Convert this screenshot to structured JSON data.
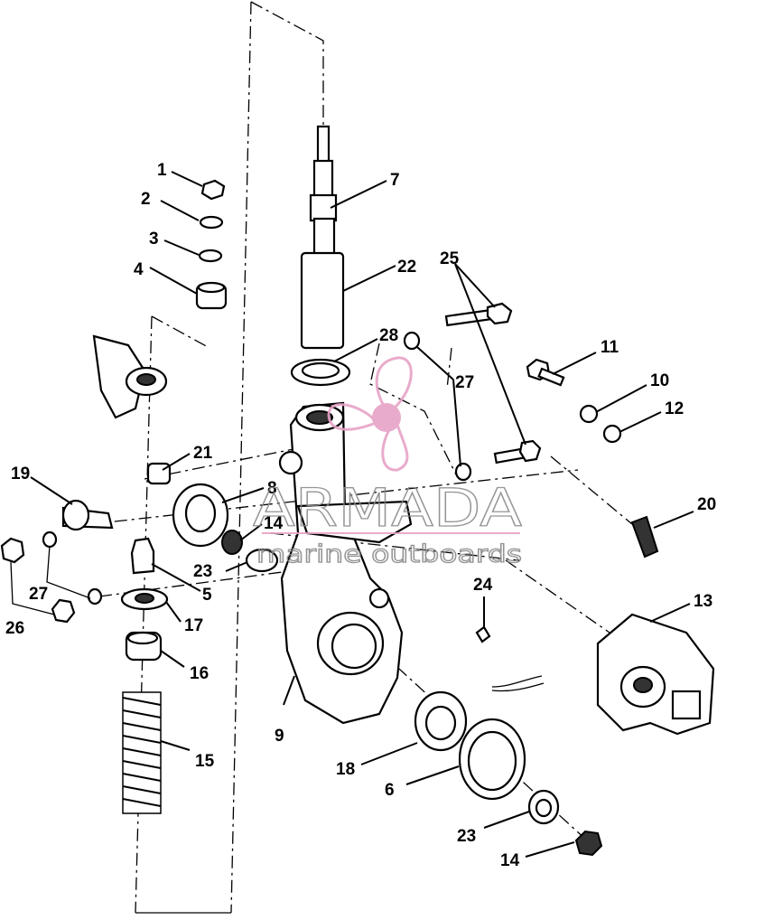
{
  "callouts": [
    {
      "id": "c1",
      "label": "1"
    },
    {
      "id": "c2",
      "label": "2"
    },
    {
      "id": "c3",
      "label": "3"
    },
    {
      "id": "c4",
      "label": "4"
    },
    {
      "id": "c7",
      "label": "7"
    },
    {
      "id": "c22",
      "label": "22"
    },
    {
      "id": "c25",
      "label": "25"
    },
    {
      "id": "c28",
      "label": "28"
    },
    {
      "id": "c27a",
      "label": "27"
    },
    {
      "id": "c11",
      "label": "11"
    },
    {
      "id": "c10",
      "label": "10"
    },
    {
      "id": "c12",
      "label": "12"
    },
    {
      "id": "c21",
      "label": "21"
    },
    {
      "id": "c19",
      "label": "19"
    },
    {
      "id": "c8",
      "label": "8"
    },
    {
      "id": "c14a",
      "label": "14"
    },
    {
      "id": "c20",
      "label": "20"
    },
    {
      "id": "c23a",
      "label": "23"
    },
    {
      "id": "c5",
      "label": "5"
    },
    {
      "id": "c27b",
      "label": "27"
    },
    {
      "id": "c26",
      "label": "26"
    },
    {
      "id": "c17",
      "label": "17"
    },
    {
      "id": "c24",
      "label": "24"
    },
    {
      "id": "c13",
      "label": "13"
    },
    {
      "id": "c16",
      "label": "16"
    },
    {
      "id": "c15",
      "label": "15"
    },
    {
      "id": "c9",
      "label": "9"
    },
    {
      "id": "c18",
      "label": "18"
    },
    {
      "id": "c6",
      "label": "6"
    },
    {
      "id": "c23b",
      "label": "23"
    },
    {
      "id": "c14b",
      "label": "14"
    }
  ],
  "watermark": {
    "brand": "ARMADA",
    "tagline": "marine outboards",
    "accent_color": "#e7a3c6",
    "text_color": "#8a8a8a"
  }
}
